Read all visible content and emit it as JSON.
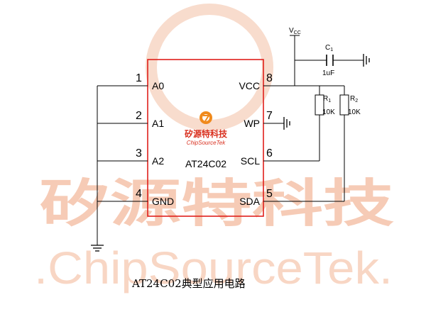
{
  "watermark": {
    "chinese": "矽源特科技",
    "english": ".ChipSourceTek."
  },
  "logo": {
    "chinese": "矽源特科技",
    "english": "ChipSourceTek"
  },
  "chip": {
    "name": "AT24C02",
    "left_pins": [
      {
        "number": "1",
        "name": "A0"
      },
      {
        "number": "2",
        "name": "A1"
      },
      {
        "number": "3",
        "name": "A2"
      },
      {
        "number": "4",
        "name": "GND"
      }
    ],
    "right_pins": [
      {
        "number": "8",
        "name": "VCC"
      },
      {
        "number": "7",
        "name": "WP"
      },
      {
        "number": "6",
        "name": "SCL"
      },
      {
        "number": "5",
        "name": "SDA"
      }
    ]
  },
  "components": {
    "vcc": {
      "main": "V",
      "sub": "CC"
    },
    "capacitor": {
      "main": "C",
      "sub": "1",
      "value": "1uF"
    },
    "r1": {
      "main": "R",
      "sub": "1",
      "value": "10K"
    },
    "r2": {
      "main": "R",
      "sub": "2",
      "value": "10K"
    }
  },
  "caption": "AT24C02典型应用电路",
  "colors": {
    "chip_border": "#e0201c",
    "watermark": "#f6cbb6",
    "logo_orange": "#f08a1c",
    "logo_red": "#d9301f"
  }
}
